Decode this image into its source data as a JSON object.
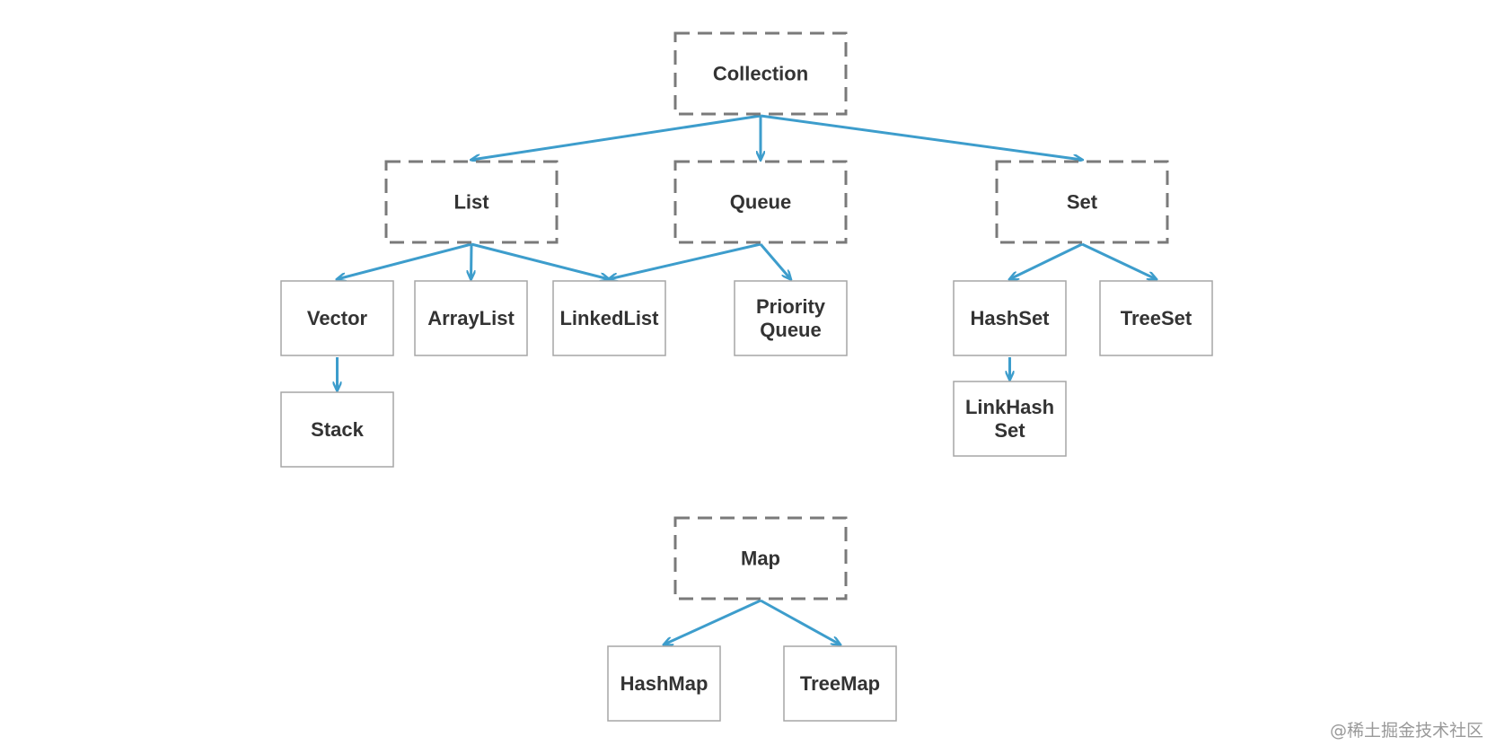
{
  "diagram": {
    "nodes": [
      {
        "id": "collection",
        "label": [
          "Collection"
        ],
        "style": "interface"
      },
      {
        "id": "list",
        "label": [
          "List"
        ],
        "style": "interface"
      },
      {
        "id": "queue",
        "label": [
          "Queue"
        ],
        "style": "interface"
      },
      {
        "id": "set",
        "label": [
          "Set"
        ],
        "style": "interface"
      },
      {
        "id": "vector",
        "label": [
          "Vector"
        ],
        "style": "class"
      },
      {
        "id": "arraylist",
        "label": [
          "ArrayList"
        ],
        "style": "class"
      },
      {
        "id": "linkedlist",
        "label": [
          "LinkedList"
        ],
        "style": "class"
      },
      {
        "id": "priorityqueue",
        "label": [
          "Priority",
          "Queue"
        ],
        "style": "class"
      },
      {
        "id": "hashset",
        "label": [
          "HashSet"
        ],
        "style": "class"
      },
      {
        "id": "treeset",
        "label": [
          "TreeSet"
        ],
        "style": "class"
      },
      {
        "id": "stack",
        "label": [
          "Stack"
        ],
        "style": "class"
      },
      {
        "id": "linkhashset",
        "label": [
          "LinkHash",
          "Set"
        ],
        "style": "class"
      },
      {
        "id": "map",
        "label": [
          "Map"
        ],
        "style": "interface"
      },
      {
        "id": "hashmap",
        "label": [
          "HashMap"
        ],
        "style": "class"
      },
      {
        "id": "treemap",
        "label": [
          "TreeMap"
        ],
        "style": "class"
      }
    ],
    "edges": [
      {
        "from": "collection",
        "to": "list"
      },
      {
        "from": "collection",
        "to": "queue"
      },
      {
        "from": "collection",
        "to": "set"
      },
      {
        "from": "list",
        "to": "vector"
      },
      {
        "from": "list",
        "to": "arraylist"
      },
      {
        "from": "list",
        "to": "linkedlist"
      },
      {
        "from": "queue",
        "to": "linkedlist"
      },
      {
        "from": "queue",
        "to": "priorityqueue"
      },
      {
        "from": "set",
        "to": "hashset"
      },
      {
        "from": "set",
        "to": "treeset"
      },
      {
        "from": "vector",
        "to": "stack"
      },
      {
        "from": "hashset",
        "to": "linkhashset"
      },
      {
        "from": "map",
        "to": "hashmap"
      },
      {
        "from": "map",
        "to": "treemap"
      }
    ],
    "colors": {
      "edge": "#3d9dcc",
      "interface_border": "#7a7a7a",
      "class_border": "#a6a6a6",
      "text": "#333333"
    }
  },
  "watermark": "@稀土掘金技术社区"
}
